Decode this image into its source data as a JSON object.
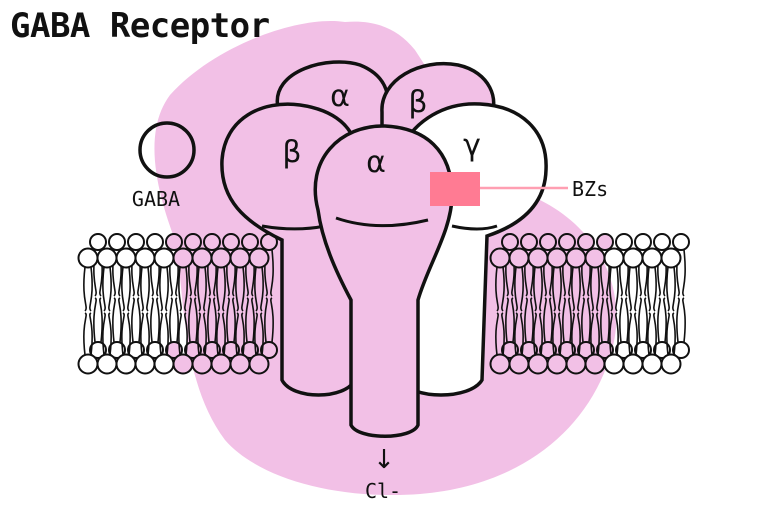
{
  "title": "GABA Receptor",
  "subunits": {
    "back_alpha": "α",
    "back_beta": "β",
    "left_beta": "β",
    "front_alpha": "α",
    "right_gamma": "γ"
  },
  "labels": {
    "gaba": "GABA",
    "bzs": "BZs",
    "ion": "Cl-",
    "arrow": "↓"
  },
  "colors": {
    "blob": "#f2c0e6",
    "protein": "#f2c0e6",
    "gamma": "#ffffff",
    "bz_site": "#ff7b93",
    "bz_line": "#ff9fb2",
    "stroke": "#111111"
  }
}
